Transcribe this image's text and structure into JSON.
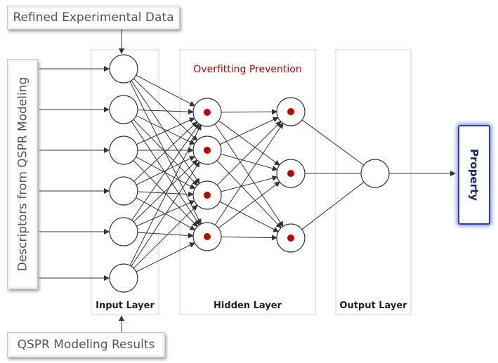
{
  "labels": {
    "top": "Refined Experimental Data",
    "bottom": "QSPR Modeling Results",
    "side": "Descriptors from QSPR Modeling",
    "output": "Property",
    "annotation": "Overfitting Prevention"
  },
  "layers": [
    {
      "name": "Input Layer",
      "nodes": 6
    },
    {
      "name": "Hidden Layer",
      "nodes": 4
    },
    {
      "name": "Hidden Layer",
      "nodes": 3
    },
    {
      "name": "Output Layer",
      "nodes": 1
    }
  ],
  "captions": {
    "input": "Input Layer",
    "hidden": "Hidden Layer",
    "output": "Output Layer"
  },
  "colors": {
    "node_dot": "#c00000",
    "edge": "#333333",
    "layer_border": "#d0d0d0",
    "property_border": "#2a3fb5"
  }
}
